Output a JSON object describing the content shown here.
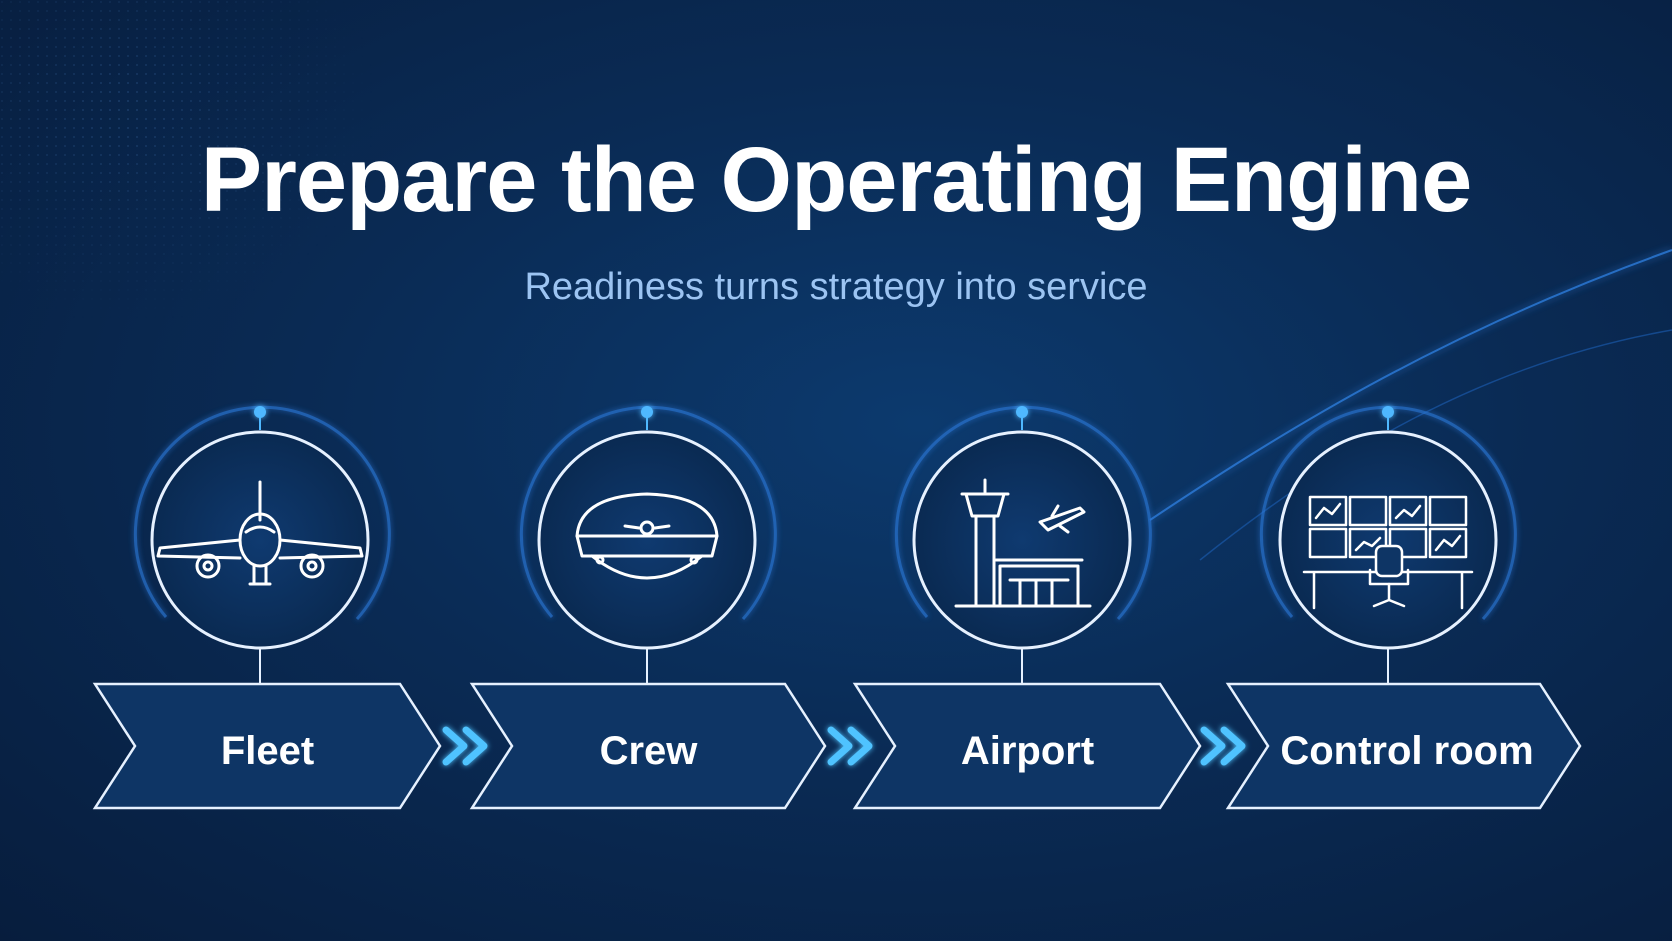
{
  "title": "Prepare the Operating Engine",
  "subtitle": "Readiness turns strategy into service",
  "steps": [
    {
      "label": "Fleet",
      "icon": "airplane-icon"
    },
    {
      "label": "Crew",
      "icon": "pilot-cap-icon"
    },
    {
      "label": "Airport",
      "icon": "control-tower-icon"
    },
    {
      "label": "Control room",
      "icon": "control-room-icon"
    }
  ],
  "colors": {
    "background": "#0a2b55",
    "accent": "#4fb8ff",
    "outline": "#e6f1ff",
    "subtitle": "#9cc4f2"
  }
}
